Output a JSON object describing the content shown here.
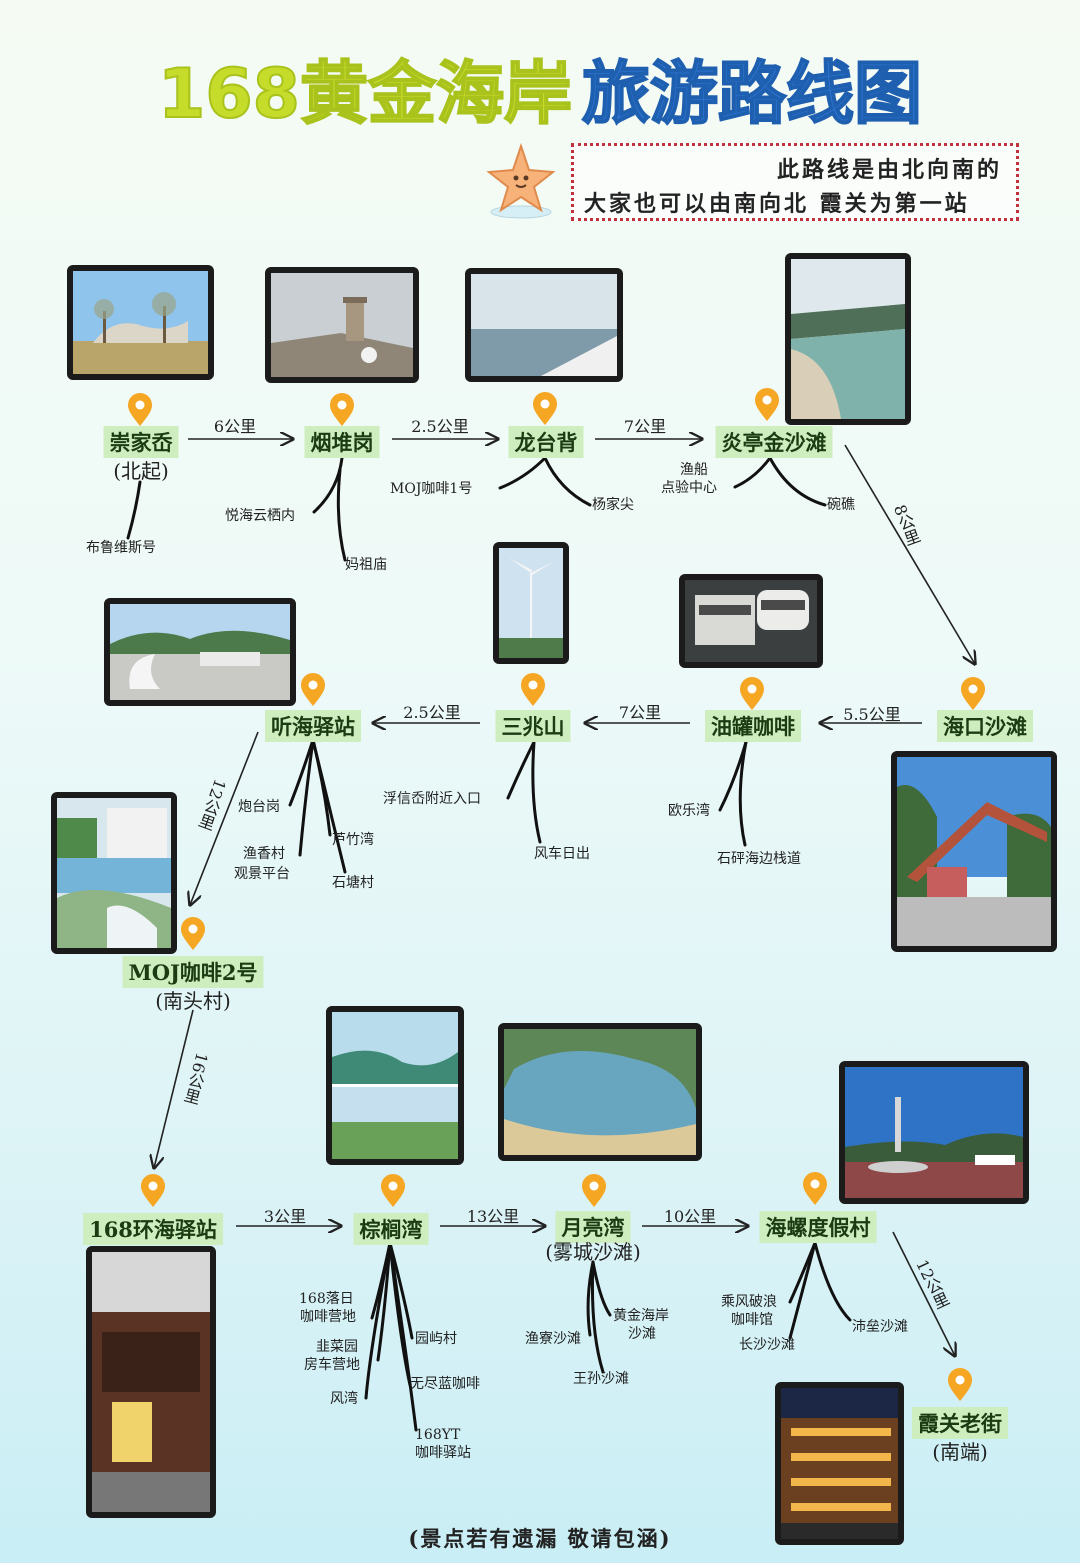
{
  "title": {
    "part1": "168黄金海岸",
    "part2": "旅游路线图"
  },
  "note": {
    "line1": "此路线是由北向南的",
    "line2": "大家也可以由南向北 霞关为第一站"
  },
  "colors": {
    "title_yellow": "#c6dc2a",
    "title_blue": "#2d79d6",
    "pin_orange": "#f5a623",
    "label_bg": "#cfeec0",
    "note_border": "#c0313d"
  },
  "photos": [
    "崇家岙",
    "烟堆岗",
    "龙台背",
    "炎亭金沙滩",
    "听海驿站",
    "三兆山",
    "油罐咖啡",
    "海口沙滩",
    "MOJ咖啡2号",
    "棕榈湾",
    "月亮湾",
    "海螺度假村",
    "168环海驿站",
    "霞关老街"
  ],
  "stops": [
    {
      "name": "崇家岙",
      "sub": "(北起)"
    },
    {
      "name": "烟堆岗"
    },
    {
      "name": "龙台背"
    },
    {
      "name": "炎亭金沙滩"
    },
    {
      "name": "海口沙滩"
    },
    {
      "name": "油罐咖啡"
    },
    {
      "name": "三兆山"
    },
    {
      "name": "听海驿站"
    },
    {
      "name": "MOJ咖啡2号",
      "sub": "(南头村)"
    },
    {
      "name": "168环海驿站"
    },
    {
      "name": "棕榈湾"
    },
    {
      "name": "月亮湾",
      "sub": "(雾城沙滩)"
    },
    {
      "name": "海螺度假村"
    },
    {
      "name": "霞关老街",
      "sub": "(南端)"
    }
  ],
  "distances": {
    "d1": "6公里",
    "d2": "2.5公里",
    "d3": "7公里",
    "d4": "8公里",
    "d5": "5.5公里",
    "d6": "7公里",
    "d7": "2.5公里",
    "d8": "12公里",
    "d9": "16公里",
    "d10": "3公里",
    "d11": "13公里",
    "d12": "10公里",
    "d13": "12公里"
  },
  "side_spots": {
    "s1": "布鲁维斯号",
    "s2": "悦海云栖内",
    "s3": "妈祖庙",
    "s4": "MOJ咖啡1号",
    "s5": "杨家尖",
    "s6a": "渔船",
    "s6b": "点验中心",
    "s7": "碗礁",
    "s8": "炮台岗",
    "s9a": "渔香村",
    "s9b": "观景平台",
    "s10": "芦竹湾",
    "s11": "石塘村",
    "s12": "浮信岙附近入口",
    "s13": "风车日出",
    "s14": "欧乐湾",
    "s15": "石砰海边栈道",
    "s16a": "168落日",
    "s16b": "咖啡营地",
    "s17a": "韭菜园",
    "s17b": "房车营地",
    "s18": "风湾",
    "s19": "园屿村",
    "s20": "无尽蓝咖啡",
    "s21a": "168YT",
    "s21b": "咖啡驿站",
    "s22": "渔寮沙滩",
    "s23a": "黄金海岸",
    "s23b": "沙滩",
    "s24": "王孙沙滩",
    "s25a": "乘风破浪",
    "s25b": "咖啡馆",
    "s26": "长沙沙滩",
    "s27": "沛垒沙滩"
  },
  "footer": "(景点若有遗漏 敬请包涵)"
}
